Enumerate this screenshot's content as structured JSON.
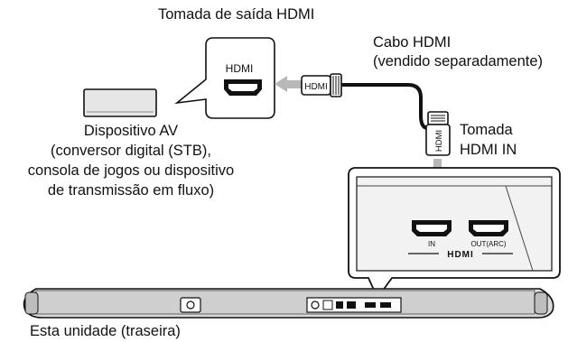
{
  "labels": {
    "output_jack_title": "Tomada de saída HDMI",
    "output_port_label": "HDMI",
    "cable_title_line1": "Cabo HDMI",
    "cable_title_line2": "(vendido separadamente)",
    "cable_connector_left": "HDMI",
    "cable_connector_bottom": "HDMI",
    "input_jack_line1": "Tomada",
    "input_jack_line2": "HDMI IN",
    "av_device_line1": "Dispositivo AV",
    "av_device_line2": "(conversor digital (STB),",
    "av_device_line3": "consola de jogos ou dispositivo",
    "av_device_line4": "de transmissão em fluxo)",
    "port_in_label": "IN",
    "port_out_label": "OUT(ARC)",
    "hdmi_logo": "HDMI",
    "unit_caption": "Esta unidade (traseira)"
  },
  "colors": {
    "line": "#111111",
    "panel_fill": "#f2f2f2",
    "device_fill": "#e6e6e6",
    "arrow_fill": "#b8b8b8",
    "bar_fill": "#d9d9d9"
  }
}
